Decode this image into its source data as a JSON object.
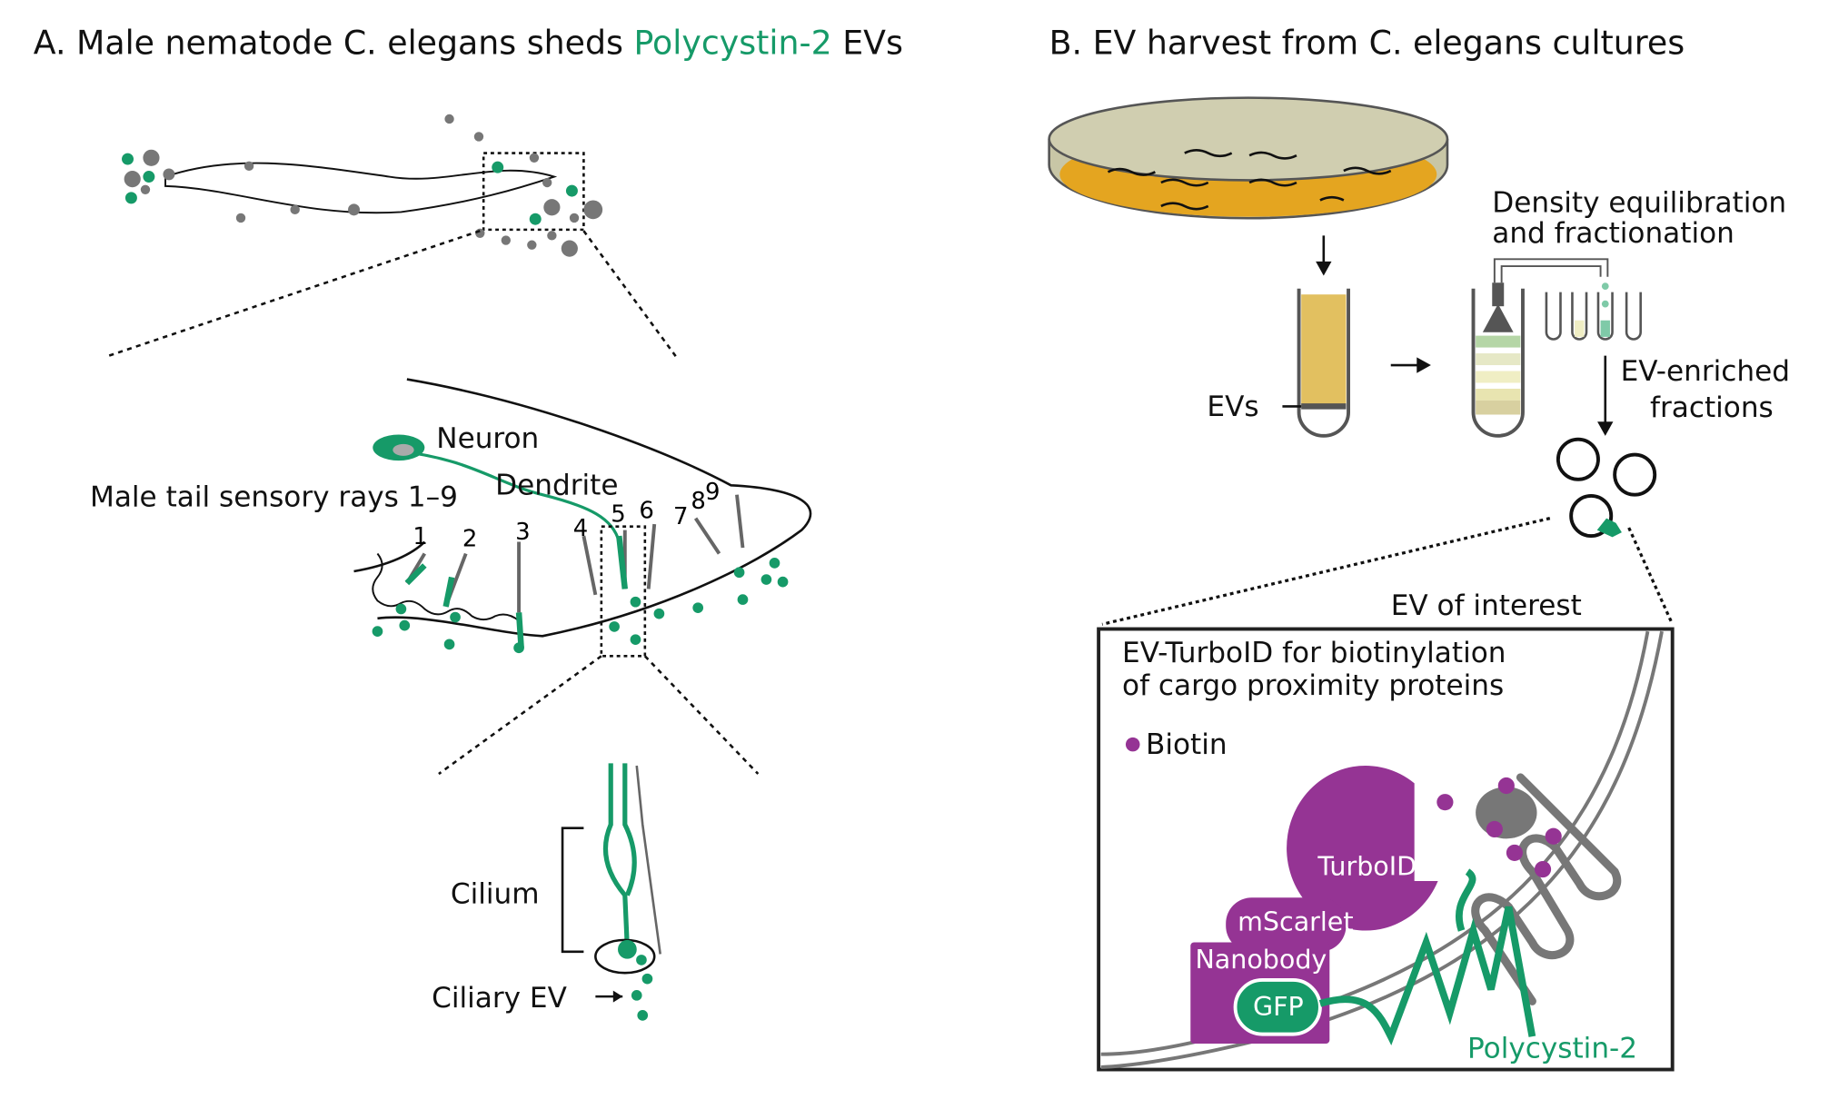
{
  "panel_a": {
    "title_prefix": "A.  Male nematode C. elegans sheds ",
    "title_highlight": "Polycystin-2",
    "title_suffix": " EVs",
    "labels": {
      "neuron": "Neuron",
      "dendrite": "Dendrite",
      "rays": "Male tail sensory rays 1–9",
      "ray_numbers": [
        "1",
        "2",
        "3",
        "4",
        "5",
        "6",
        "7",
        "8",
        "9"
      ],
      "cilium": "Cilium",
      "ciliary_ev": "Ciliary EV"
    }
  },
  "panel_b": {
    "title": "B.  EV harvest from C. elegans cultures",
    "density_line1": "Density equilibration",
    "density_line2": "and fractionation",
    "evs": "EVs",
    "enriched_line1": "EV-enriched",
    "enriched_line2": "fractions",
    "ev_of_interest": "EV of interest",
    "box_title_line1": "EV-TurboID for biotinylation",
    "box_title_line2": "of cargo proximity proteins",
    "legend_biotin": "Biotin",
    "proteins": {
      "turboid": "TurboID",
      "mscarlet": "mScarlet",
      "nanobody": "Nanobody",
      "gfp": "GFP",
      "polycystin": "Polycystin-2"
    }
  },
  "colors": {
    "green": "#169a68",
    "purple": "#953494",
    "gray": "#777777",
    "agar": "#e4a520",
    "tube": "#e2c060"
  }
}
